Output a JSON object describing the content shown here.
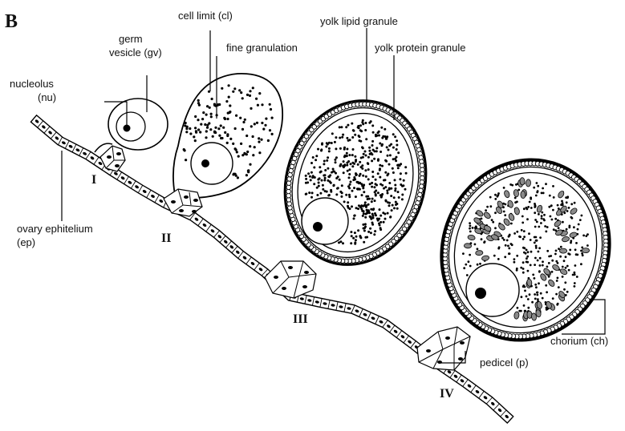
{
  "figure": {
    "panel_letter": "B",
    "stage_labels": [
      "I",
      "II",
      "III",
      "IV"
    ],
    "labels": {
      "germ_vesicle_line1": "germ",
      "germ_vesicle_line2": "vesicle (gv)",
      "cell_limit": "cell limit (cl)",
      "fine_granulation": "fine granulation",
      "yolk_lipid_granule": "yolk lipid granule",
      "yolk_protein_granule": "yolk protein granule",
      "nucleolus_line1": "nucleolus",
      "nucleolus_line2": "(nu)",
      "ovary_epithelium_line1": "ovary ephitelium",
      "ovary_epithelium_line2": "(ep)",
      "chorium": "chorium (ch)",
      "pedicel": "pedicel (p)"
    }
  }
}
